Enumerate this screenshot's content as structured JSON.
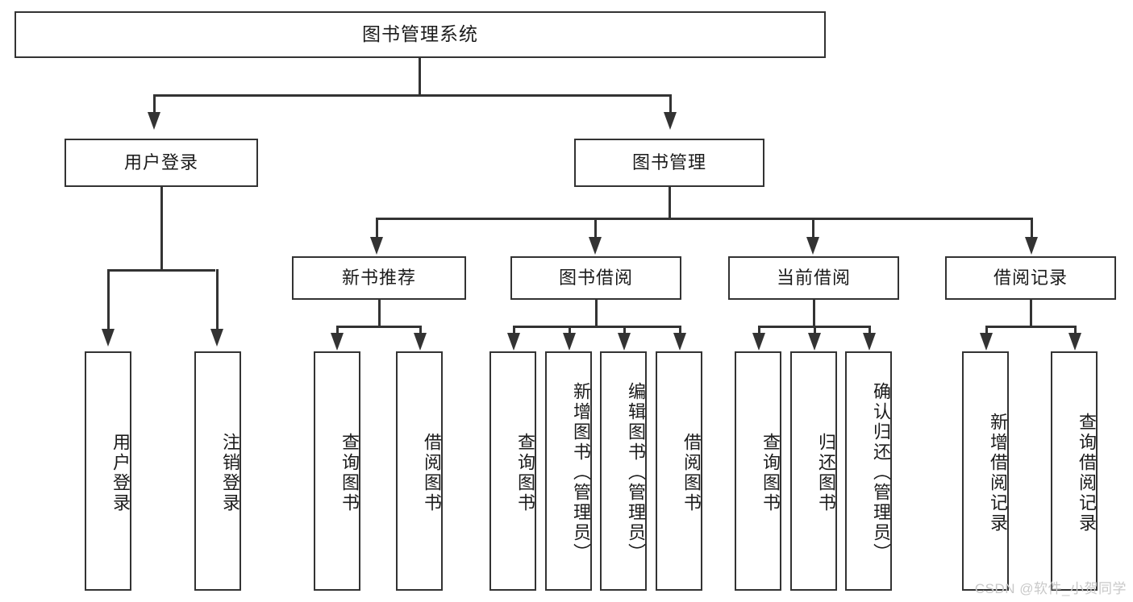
{
  "diagram": {
    "title": "图书管理系统",
    "type": "hierarchy-tree",
    "levels": 4,
    "root": {
      "label": "图书管理系统",
      "orientation": "horizontal"
    },
    "level2": [
      {
        "label": "用户登录",
        "orientation": "horizontal"
      },
      {
        "label": "图书管理",
        "orientation": "horizontal"
      }
    ],
    "level3": [
      {
        "label": "新书推荐",
        "orientation": "horizontal",
        "parent": "图书管理"
      },
      {
        "label": "图书借阅",
        "orientation": "horizontal",
        "parent": "图书管理"
      },
      {
        "label": "当前借阅",
        "orientation": "horizontal",
        "parent": "图书管理"
      },
      {
        "label": "借阅记录",
        "orientation": "horizontal",
        "parent": "图书管理"
      }
    ],
    "leaves": [
      {
        "label": "用户登录",
        "orientation": "vertical",
        "parent": "用户登录"
      },
      {
        "label": "注销登录",
        "orientation": "vertical",
        "parent": "用户登录"
      },
      {
        "label": "查询图书",
        "orientation": "vertical",
        "parent": "新书推荐"
      },
      {
        "label": "借阅图书",
        "orientation": "vertical",
        "parent": "新书推荐"
      },
      {
        "label": "查询图书",
        "orientation": "vertical",
        "parent": "图书借阅"
      },
      {
        "label": "新增图书（管理员）",
        "orientation": "vertical",
        "parent": "图书借阅"
      },
      {
        "label": "编辑图书（管理员）",
        "orientation": "vertical",
        "parent": "图书借阅"
      },
      {
        "label": "借阅图书",
        "orientation": "vertical",
        "parent": "图书借阅"
      },
      {
        "label": "查询图书",
        "orientation": "vertical",
        "parent": "当前借阅"
      },
      {
        "label": "归还图书",
        "orientation": "vertical",
        "parent": "当前借阅"
      },
      {
        "label": "确认归还（管理员）",
        "orientation": "vertical",
        "parent": "当前借阅"
      },
      {
        "label": "新增借阅记录",
        "orientation": "vertical",
        "parent": "借阅记录"
      },
      {
        "label": "查询借阅记录",
        "orientation": "vertical",
        "parent": "借阅记录"
      }
    ],
    "colors": {
      "border": "#333333",
      "background": "#ffffff",
      "text": "#1b1b1b",
      "watermark": "#c9c9c9"
    }
  },
  "watermark": {
    "text": "CSDN @软件_小贺同学"
  }
}
